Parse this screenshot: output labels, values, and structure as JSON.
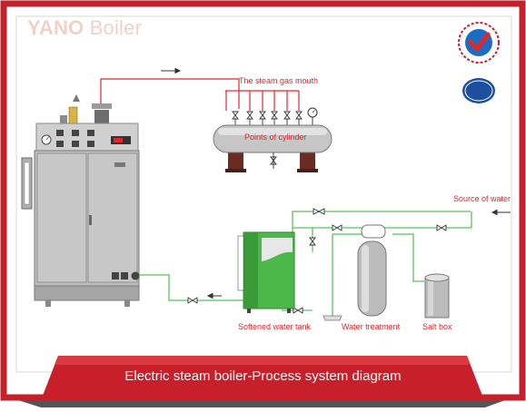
{
  "brand": {
    "bold": "YANO",
    "regular": " Boiler"
  },
  "labels": {
    "steam_gas_mouth": "The steam gas mouth",
    "points_of_cylinder": "Points of cylinder",
    "source_of_water": "Source of water",
    "softened_water_tank": "Softened water tank",
    "water_treatment": "Water treatment",
    "salt_box": "Salt box"
  },
  "banner": {
    "title": "Electric steam boiler-Process system diagram"
  },
  "badges": {
    "certification": "Certification Accreditation",
    "iaf": "IAF"
  },
  "colors": {
    "frame": "#c8202a",
    "steam_line": "#e0272b",
    "water_line": "#59c25a",
    "boiler_body": "#b9b9b9",
    "tank_green": "#4cb84a"
  }
}
